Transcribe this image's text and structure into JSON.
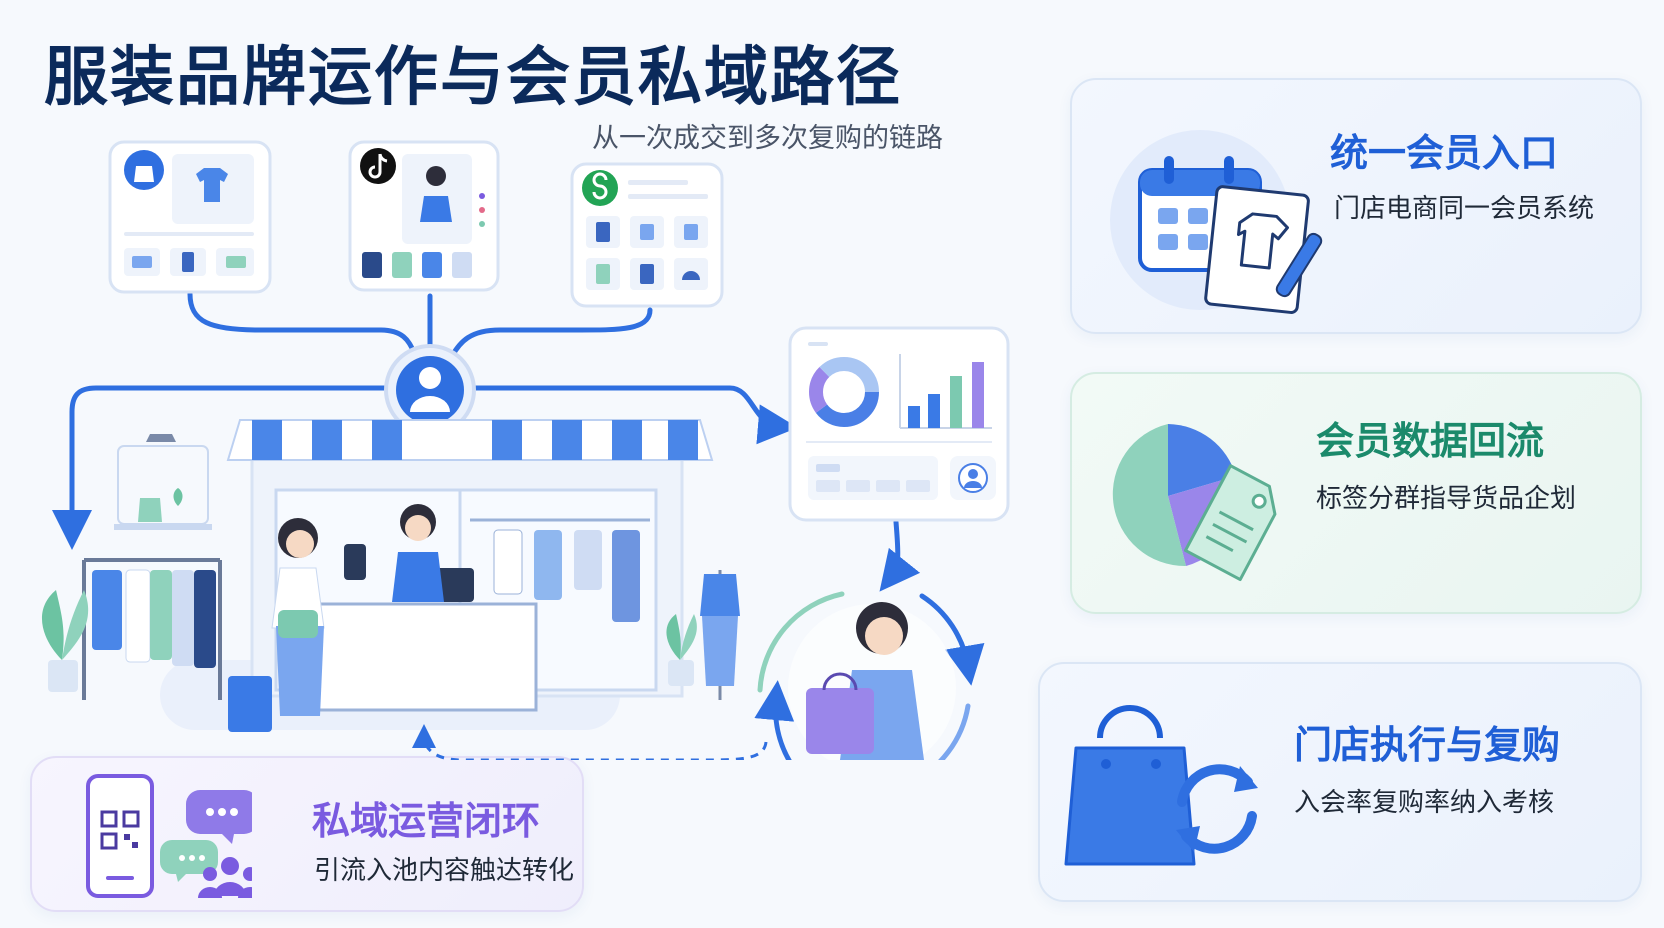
{
  "header": {
    "title": "服装品牌运作与会员私域路径",
    "subtitle": "从一次成交到多次复购的链路"
  },
  "cards": {
    "unified_entry": {
      "title": "统一会员入口",
      "desc": "门店电商同一会员系统",
      "color": "#1f5fd6"
    },
    "data_backflow": {
      "title": "会员数据回流",
      "desc": "标签分群指导货品企划",
      "color": "#1b8a6b"
    },
    "store_repurchase": {
      "title": "门店执行与复购",
      "desc": "入会率复购率纳入考核",
      "color": "#1f5fd6"
    },
    "private_loop": {
      "title": "私域运营闭环",
      "desc": "引流入池内容触达转化",
      "color": "#7a5be0"
    }
  },
  "icons": {
    "shopping_app": "shopping-bag-app-icon",
    "douyin": "douyin-icon",
    "mini_program": "mini-program-icon",
    "member": "member-avatar-icon",
    "analytics": "analytics-dashboard",
    "calendar": "calendar-icon",
    "tshirt_doc": "tshirt-document-icon",
    "pie": "pie-chart-icon",
    "tag": "tag-icon",
    "bag": "shopping-bag-icon",
    "refresh": "refresh-cycle-icon",
    "phone_qr": "phone-qr-code-icon",
    "chat": "chat-bubble-icon",
    "group": "user-group-icon"
  },
  "colors": {
    "primary": "#2f6fe0",
    "dark_title": "#0b2a5b",
    "teal": "#7cc9b0",
    "purple": "#9a86ea"
  }
}
